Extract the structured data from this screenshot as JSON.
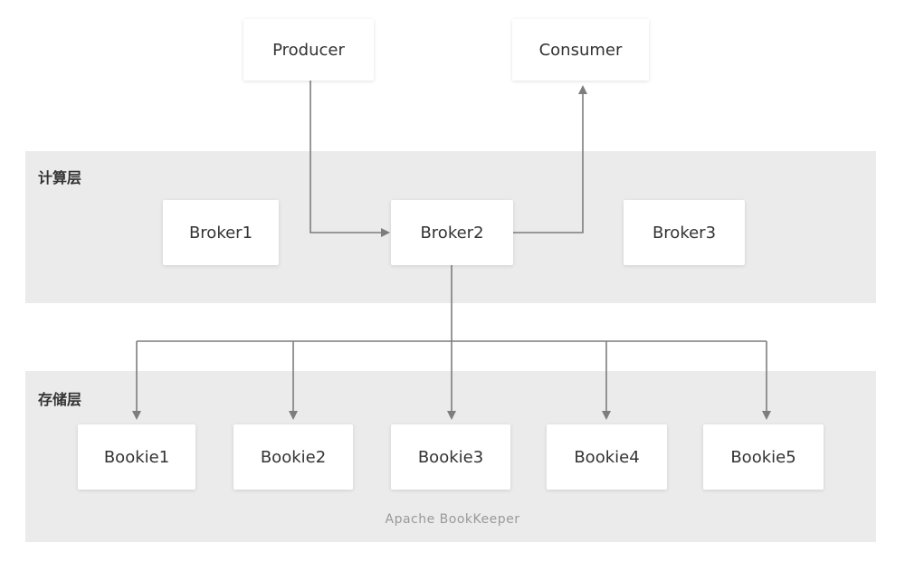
{
  "layers": {
    "compute": {
      "label": "计算层"
    },
    "storage": {
      "label": "存储层",
      "caption": "Apache BookKeeper"
    }
  },
  "nodes": {
    "producer": "Producer",
    "consumer": "Consumer",
    "brokers": [
      "Broker1",
      "Broker2",
      "Broker3"
    ],
    "bookies": [
      "Bookie1",
      "Bookie2",
      "Bookie3",
      "Bookie4",
      "Bookie5"
    ]
  }
}
